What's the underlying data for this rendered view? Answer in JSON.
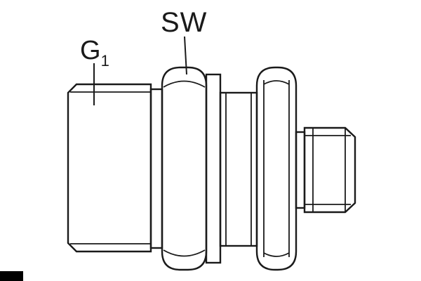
{
  "figure": {
    "labels": {
      "thread_main": "G",
      "thread_sub": "1",
      "wrench": "SW"
    },
    "colors": {
      "ink": "#1a1a1a",
      "background": "#ffffff",
      "corner_marker": "#000000"
    }
  }
}
